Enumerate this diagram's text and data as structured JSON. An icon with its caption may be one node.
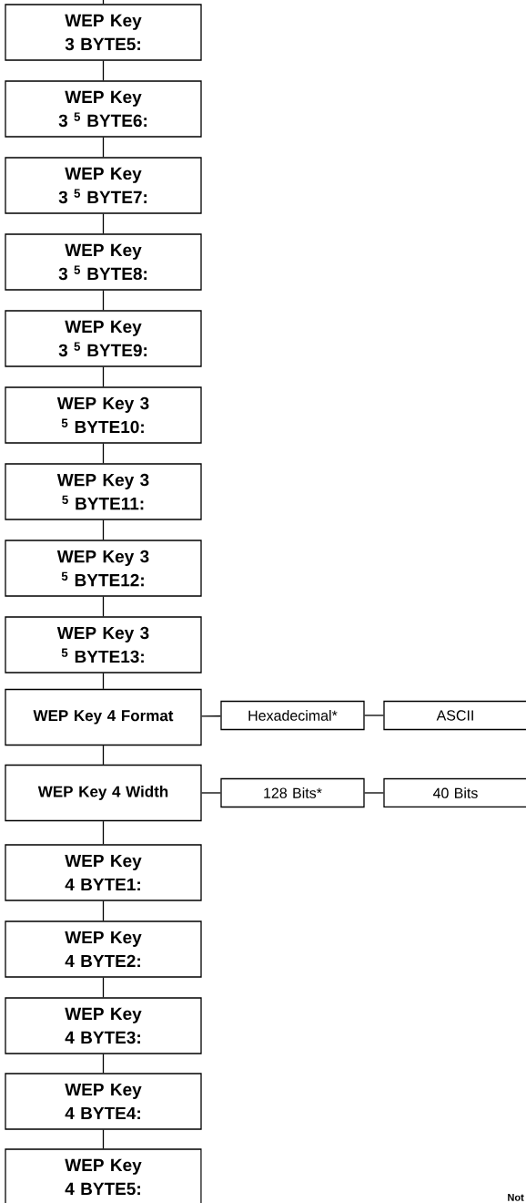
{
  "diagram": {
    "nodes": [
      {
        "text": [
          "WEP Key 3 BYTE5:"
        ]
      },
      {
        "text": [
          "WEP Key 3 $^{5}$ BYTE6:"
        ]
      },
      {
        "text": [
          "WEP Key 3 $^{5}$ BYTE7:"
        ]
      },
      {
        "text": [
          "WEP Key 3 $^{5}$ BYTE8:"
        ]
      },
      {
        "text": [
          "WEP Key 3 $^{5}$ BYTE9:"
        ]
      },
      {
        "text": [
          "WEP Key 3 $^{5}$ BYTE10:"
        ]
      },
      {
        "text": [
          "WEP Key 3 $^{5}$ BYTE11:"
        ]
      },
      {
        "text": [
          "WEP Key 3 $^{5}$ BYTE12:"
        ]
      },
      {
        "text": [
          "WEP Key 3 $^{5}$ BYTE13:"
        ]
      },
      {
        "text": [
          "WEP Key 4 Format"
        ]
      },
      {
        "text": [
          "Hexadecimal*"
        ]
      },
      {
        "text": [
          "ASCII"
        ]
      },
      {
        "text": [
          "WEP Key 4 Width"
        ]
      },
      {
        "text": [
          "128 Bits*"
        ]
      },
      {
        "text": [
          "40 Bits"
        ]
      },
      {
        "text": [
          "WEP Key 4 BYTE1:"
        ]
      },
      {
        "text": [
          "WEP Key 4 BYTE2:"
        ]
      },
      {
        "text": [
          "WEP Key 4 BYTE3:"
        ]
      },
      {
        "text": [
          "WEP Key 4 BYTE4:"
        ]
      },
      {
        "text": [
          "WEP Key 4 BYTE5:"
        ]
      }
    ],
    "edges": [
      {
        "from": null,
        "to": 0,
        "arrow": "none"
      },
      {
        "from": 0,
        "to": 1,
        "arrow": "none"
      },
      {
        "from": 1,
        "to": 2,
        "arrow": "none"
      },
      {
        "from": 2,
        "to": 3,
        "arrow": "none"
      },
      {
        "from": 3,
        "to": 4,
        "arrow": "none"
      },
      {
        "from": 4,
        "to": 5,
        "arrow": "none"
      },
      {
        "from": 5,
        "to": 6,
        "arrow": "none"
      },
      {
        "from": 6,
        "to": 7,
        "arrow": "none"
      },
      {
        "from": 7,
        "to": 8,
        "arrow": "none"
      },
      {
        "from": 8,
        "to": 9,
        "arrow": "none"
      },
      {
        "from": 9,
        "to": 10,
        "arrow": "none"
      },
      {
        "from": 10,
        "to": 11,
        "arrow": "none"
      },
      {
        "from": 9,
        "to": 12,
        "arrow": "none"
      },
      {
        "from": 12,
        "to": 13,
        "arrow": "none"
      },
      {
        "from": 13,
        "to": 14,
        "arrow": "none"
      },
      {
        "from": 12,
        "to": 15,
        "arrow": "none"
      },
      {
        "from": 15,
        "to": 16,
        "arrow": "none"
      },
      {
        "from": 16,
        "to": 17,
        "arrow": "none"
      },
      {
        "from": 17,
        "to": 18,
        "arrow": "none"
      },
      {
        "from": 18,
        "to": 19,
        "arrow": "none"
      }
    ],
    "labels": [
      "Not"
    ]
  }
}
